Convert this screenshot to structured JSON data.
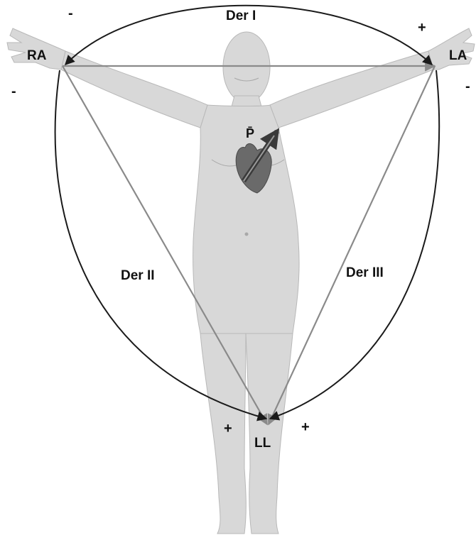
{
  "diagram": {
    "electrodes": {
      "right_arm": "RA",
      "left_arm": "LA",
      "left_leg": "LL"
    },
    "leads": {
      "lead_1": "Der I",
      "lead_2": "Der II",
      "lead_3": "Der III"
    },
    "polarity": {
      "lead_1_negative": "-",
      "lead_1_positive": "+",
      "lead_2_negative": "-",
      "lead_2_positive": "+",
      "lead_3_negative": "-",
      "lead_3_positive": "+"
    },
    "heart_vector_label": "P̄"
  },
  "colors": {
    "body": "#d8d8d8",
    "body_outline": "#b8b8b8",
    "heart": "#6a6a6a",
    "arc": "#1a1a1a",
    "triangle_line": "#8a8a8a",
    "text": "#111111"
  },
  "icons": {
    "figure": "human-body-figure",
    "heart": "heart-icon",
    "vector": "electrical-axis-arrow"
  }
}
